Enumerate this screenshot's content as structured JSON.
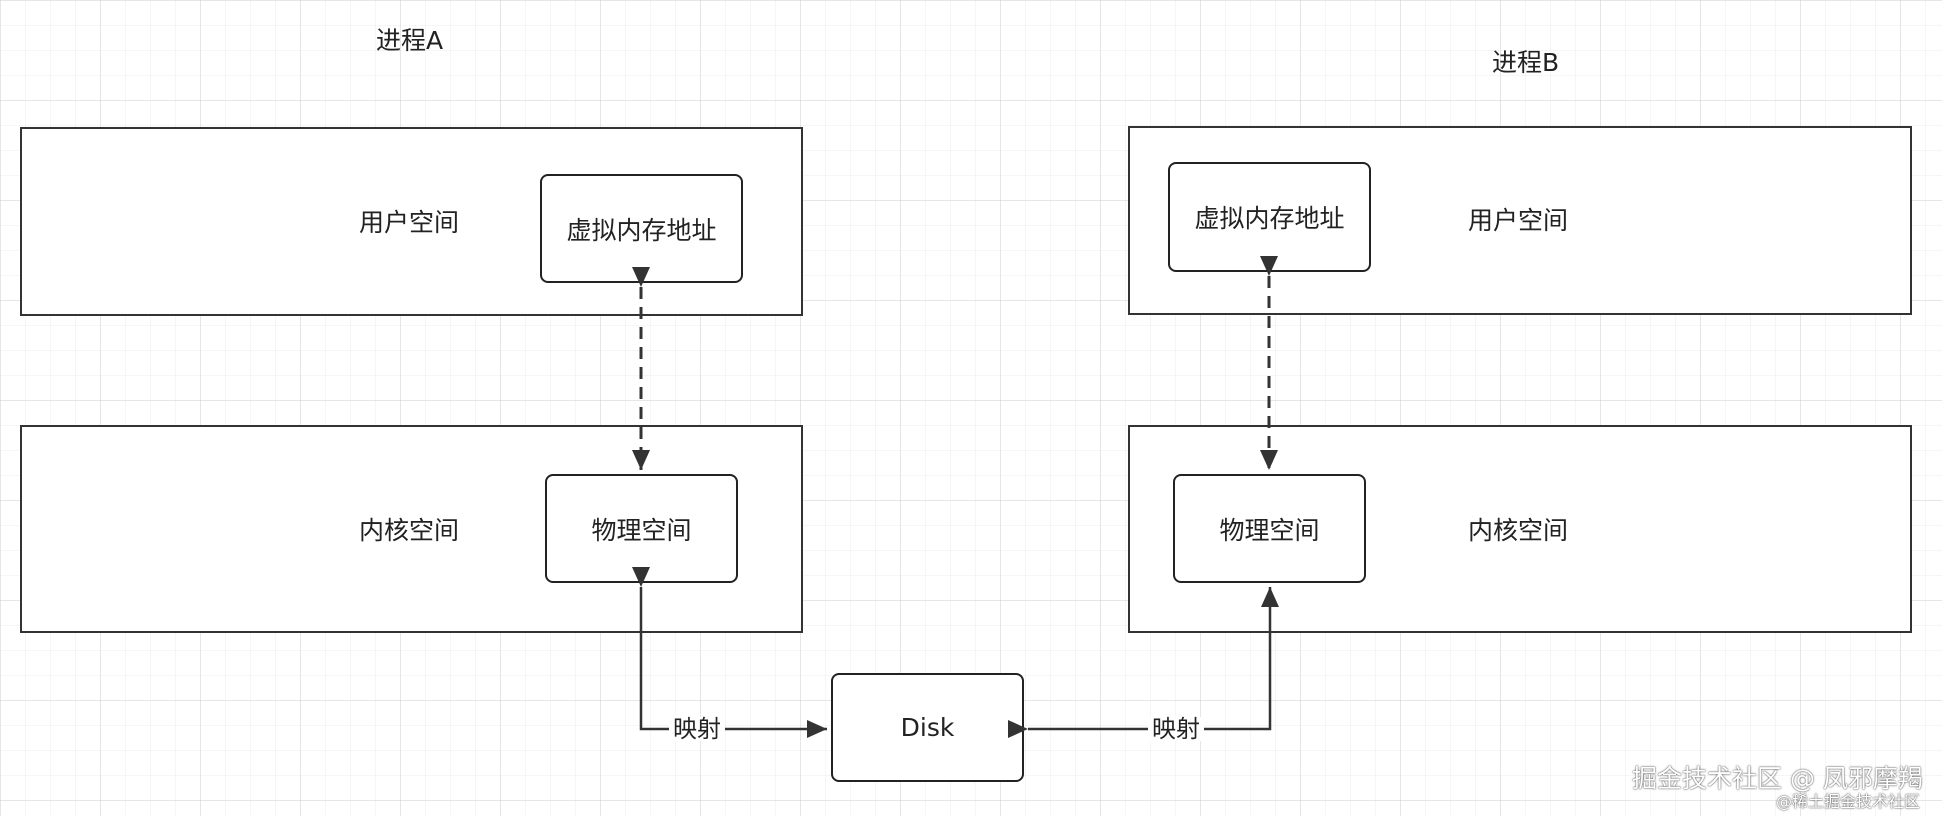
{
  "process_a": {
    "title": "进程A",
    "user_space_label": "用户空间",
    "virtual_address_label": "虚拟内存地址",
    "kernel_space_label": "内核空间",
    "physical_space_label": "物理空间"
  },
  "process_b": {
    "title": "进程B",
    "user_space_label": "用户空间",
    "virtual_address_label": "虚拟内存地址",
    "kernel_space_label": "内核空间",
    "physical_space_label": "物理空间"
  },
  "disk": {
    "label": "Disk"
  },
  "mapping": {
    "left_label": "映射",
    "right_label": "映射"
  },
  "watermark": {
    "main": "掘金技术社区 @ 凤邪摩羯",
    "sub": "@稀土掘金技术社区"
  },
  "colors": {
    "line": "#333333",
    "text": "#222222",
    "grid": "#d8d8d8"
  }
}
